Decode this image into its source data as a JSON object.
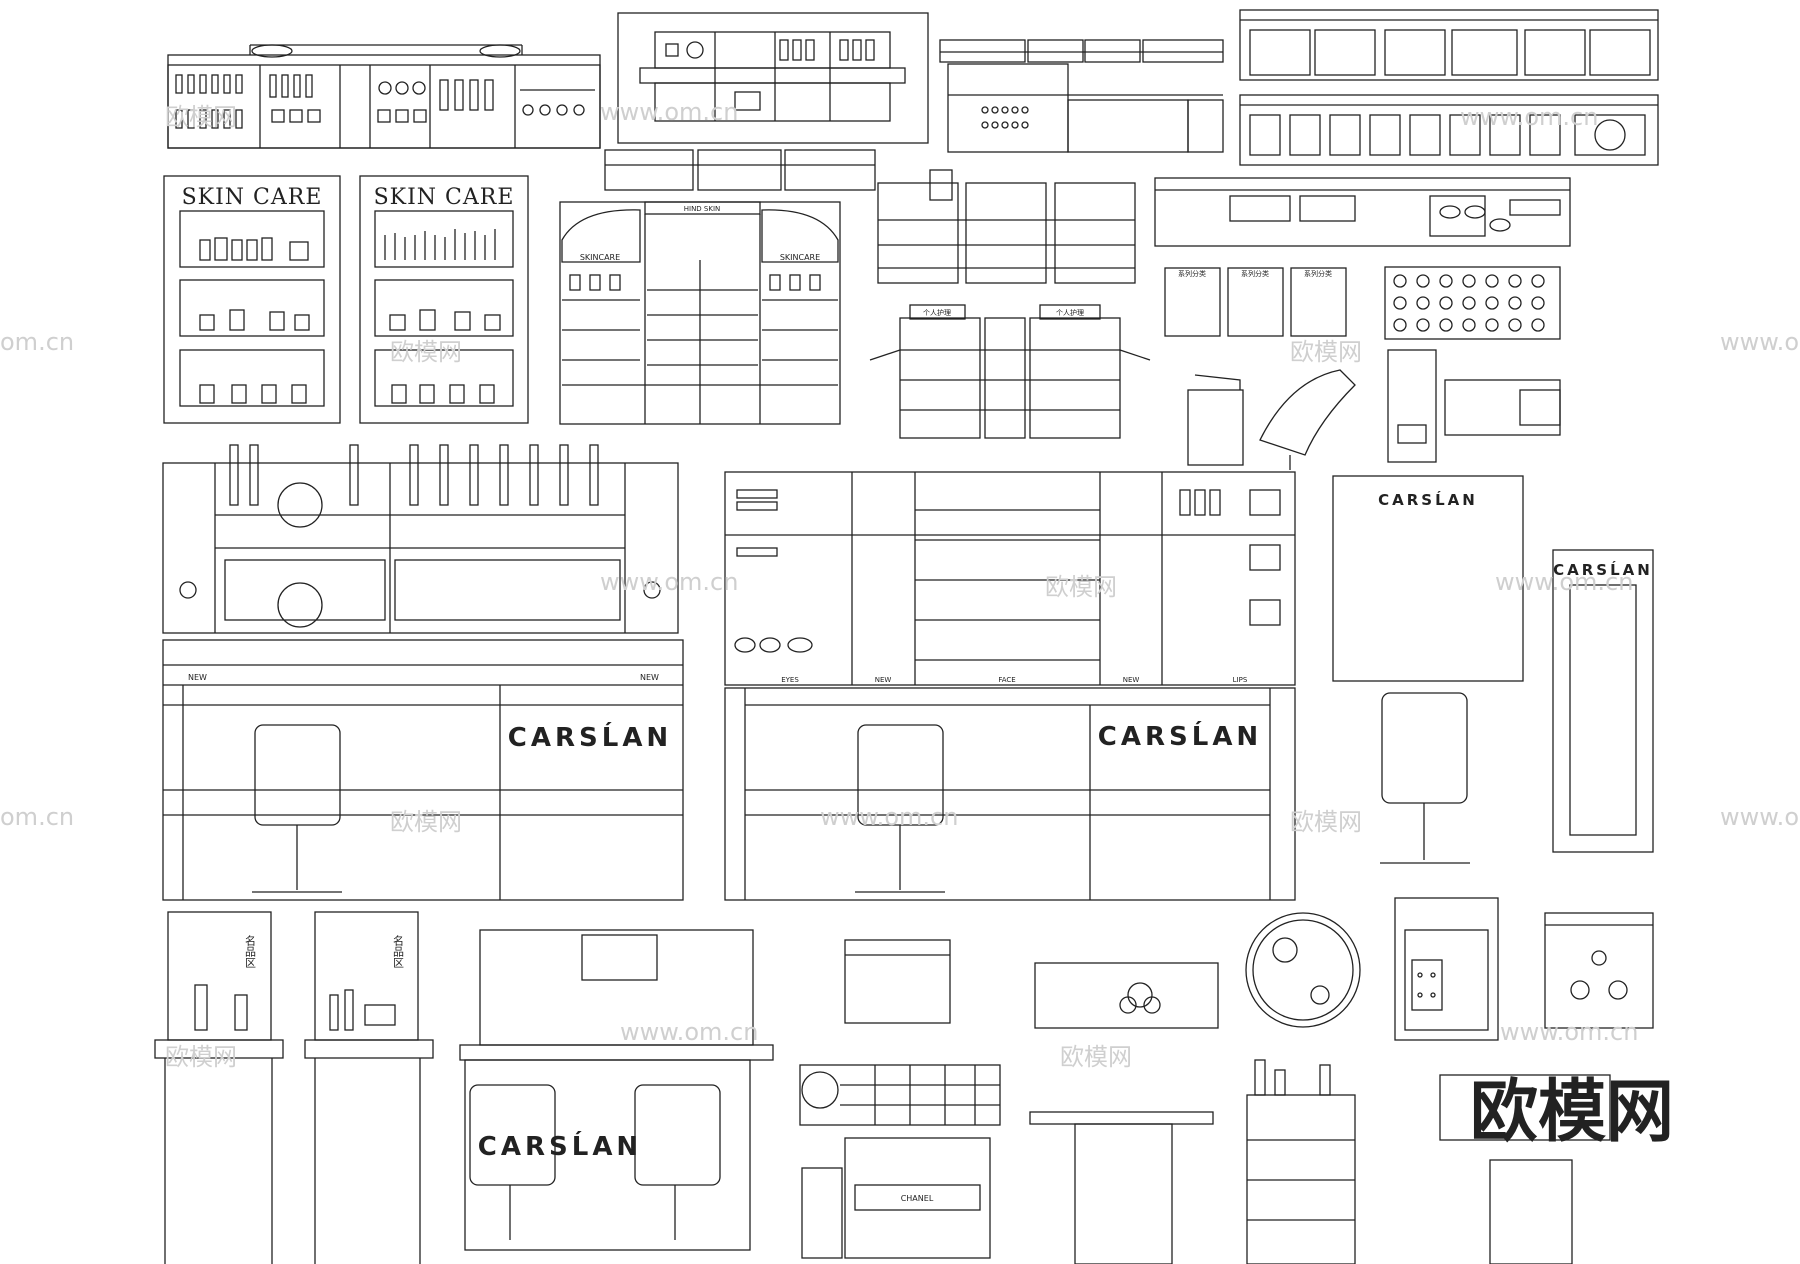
{
  "labels": {
    "skin_care": "SKIN CARE",
    "skincare": "SKINCARE",
    "hind_skin": "HIND SKIN",
    "personal_care": "个人护理",
    "series_category": "系列分类",
    "carslan": "CARSLAN",
    "carslan_logo": "CARSĹAN",
    "chanel": "CHANEL",
    "new": "NEW",
    "eyes": "EYES",
    "face": "FACE",
    "lips": "LIPS",
    "famous_products": "名品区"
  },
  "watermark": {
    "site": "www.om.cn",
    "site_short": "om.cn",
    "brand": "欧模网"
  },
  "colors": {
    "line": "#222222",
    "background": "#ffffff",
    "watermark": "#cfcfcf"
  }
}
